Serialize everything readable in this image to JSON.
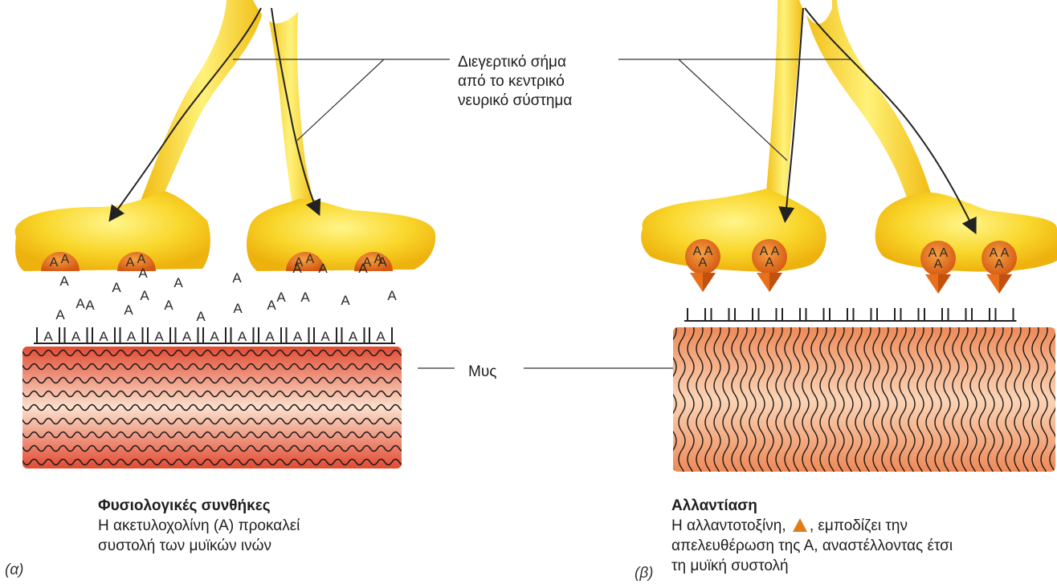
{
  "labels": {
    "signal": [
      "Διεγερτικό σήμα",
      "από το κεντρικό",
      "νευρικό σύστημα"
    ],
    "muscle": "Μυς"
  },
  "panel_a": {
    "marker": "(α)",
    "title": "Φυσιολογικές συνθήκες",
    "lines": [
      "Η ακετυλοχολίνη (Α) προκαλεί",
      "συστολή των μυϊκών ινών"
    ],
    "vesicle_letter": "A",
    "free_letters": 22,
    "receptors_bound": 13
  },
  "panel_b": {
    "marker": "(β)",
    "title": "Αλλαντίαση",
    "line1_before": "Η αλλαντοτοξίνη,",
    "line1_after": ", εμποδίζει την",
    "lines_rest": [
      "απελευθέρωση της Α, αναστέλλοντας έτσι",
      "τη μυϊκή συστολή"
    ],
    "receptors_empty": 14
  },
  "colors": {
    "neuron": "#f7c81e",
    "neuron_light": "#fff27a",
    "vesicle": "#e8741c",
    "toxin": "#e8701a",
    "muscle_a": "#e6573a",
    "muscle_b": "#f2a676"
  }
}
